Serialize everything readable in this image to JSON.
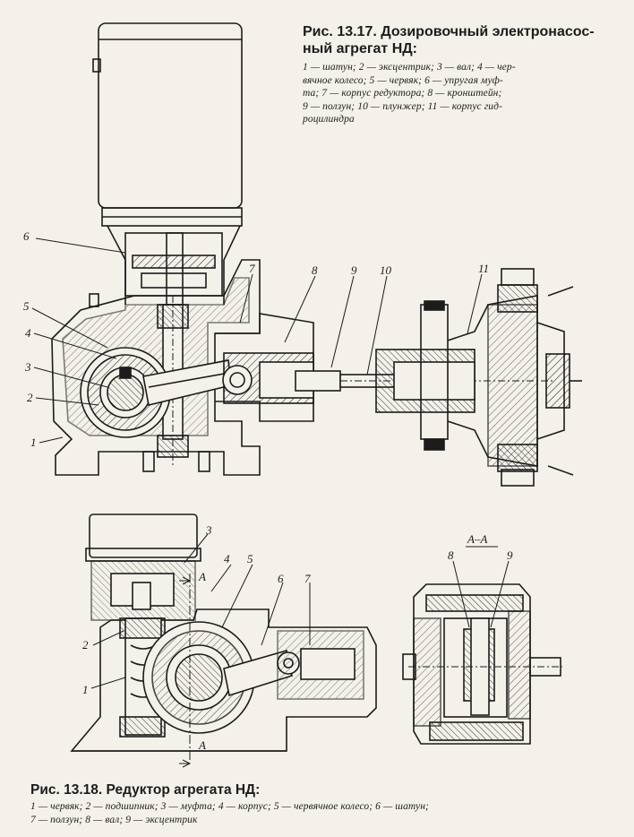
{
  "figure1": {
    "title": "Рис. 13.17. Дозировочный электронасос-ный агрегат НД:",
    "title_line1": "Рис. 13.17. Дозировочный электронасос-",
    "title_line2": "ный агрегат НД:",
    "legend_lines": [
      "1 — шатун; 2 — эксцентрик; 3 — вал; 4 — чер-",
      "вячное колесо; 5 — червяк; 6 — упругая муф-",
      "та; 7 — корпус редуктора; 8 — кронштейн;",
      "9 — ползун; 10 — плунжер; 11 — корпус гид-",
      "роцилиндра"
    ],
    "callouts": [
      "1",
      "2",
      "3",
      "4",
      "5",
      "6",
      "7",
      "8",
      "9",
      "10",
      "11"
    ]
  },
  "figure2": {
    "title": "Рис. 13.18. Редуктор агрегата НД:",
    "legend_lines": [
      "1 — червяк; 2 — подшипник; 3 — муфта; 4 — корпус; 5 — червячное колесо; 6 — шатун;",
      "7 — ползун; 8 — вал; 9 — эксцентрик"
    ],
    "callouts": [
      "1",
      "2",
      "3",
      "4",
      "5",
      "6",
      "7",
      "8",
      "9"
    ],
    "section_marks": [
      "А",
      "А"
    ],
    "section_title": "А–А"
  },
  "colors": {
    "ink": "#1c1c1c",
    "paper": "#f4f1ea"
  }
}
